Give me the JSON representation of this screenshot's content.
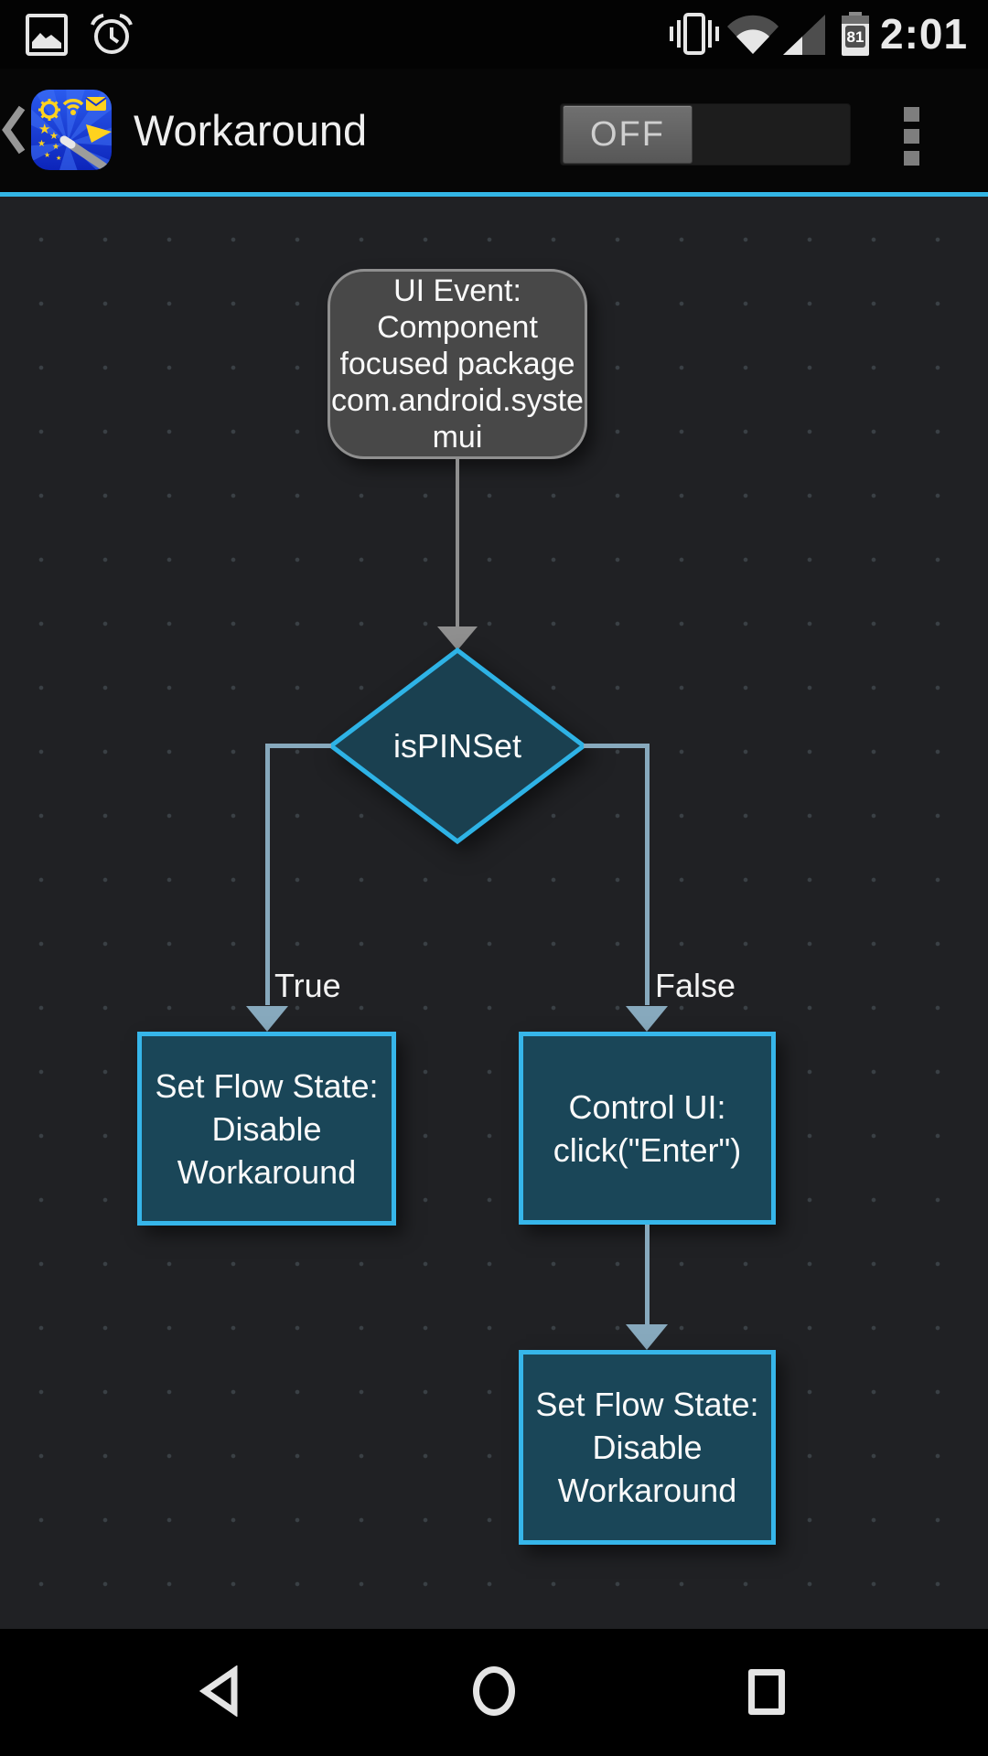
{
  "status_bar": {
    "time": "2:01",
    "battery_level": "81",
    "icons": {
      "left": [
        "photo-icon",
        "alarm-icon"
      ],
      "right": [
        "vibrate-icon",
        "wifi-icon",
        "signal-icon",
        "battery-icon"
      ]
    }
  },
  "app_bar": {
    "title": "Workaround",
    "toggle_label": "OFF",
    "icons": [
      "back-chevron-icon",
      "app-logo-icon",
      "overflow-menu-icon"
    ]
  },
  "flowchart": {
    "event_lines": [
      "UI Event:",
      "Component",
      "focused package",
      "com.android.syste",
      "mui"
    ],
    "decision_label": "isPINSet",
    "true_label": "True",
    "false_label": "False",
    "box_true_lines": [
      "Set Flow State:",
      "Disable",
      "Workaround"
    ],
    "box_false_lines": [
      "Control UI:",
      "click(\"Enter\")"
    ],
    "box_next_lines": [
      "Set Flow State:",
      "Disable",
      "Workaround"
    ]
  },
  "nav_bar": {
    "icons": [
      "back-icon",
      "home-icon",
      "recents-icon"
    ]
  },
  "colors": {
    "accent": "#33b5e5",
    "node_border": "#36b6ea",
    "node_fill": "#1a4658",
    "event_fill": "#484848",
    "event_border": "#8f8f8f",
    "connector": "#87a9bd",
    "canvas_bg": "#202124"
  }
}
